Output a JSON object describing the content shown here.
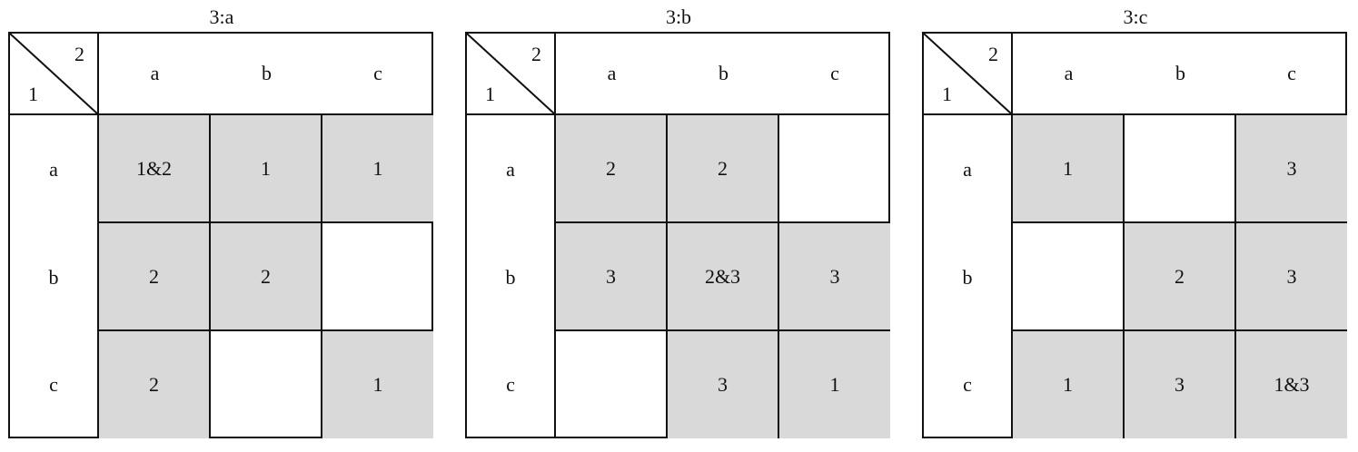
{
  "tables": [
    {
      "title": "3:a",
      "corner": {
        "top_right": "2",
        "bottom_left": "1"
      },
      "col_headers": [
        "a",
        "b",
        "c"
      ],
      "row_headers": [
        "a",
        "b",
        "c"
      ],
      "cells": [
        [
          "1&2",
          "1",
          "1"
        ],
        [
          "2",
          "2",
          ""
        ],
        [
          "2",
          "",
          "1"
        ]
      ],
      "shaded": [
        [
          true,
          true,
          true
        ],
        [
          true,
          true,
          false
        ],
        [
          true,
          false,
          true
        ]
      ]
    },
    {
      "title": "3:b",
      "corner": {
        "top_right": "2",
        "bottom_left": "1"
      },
      "col_headers": [
        "a",
        "b",
        "c"
      ],
      "row_headers": [
        "a",
        "b",
        "c"
      ],
      "cells": [
        [
          "2",
          "2",
          ""
        ],
        [
          "3",
          "2&3",
          "3"
        ],
        [
          "",
          "3",
          "1"
        ]
      ],
      "shaded": [
        [
          true,
          true,
          false
        ],
        [
          true,
          true,
          true
        ],
        [
          false,
          true,
          true
        ]
      ]
    },
    {
      "title": "3:c",
      "corner": {
        "top_right": "2",
        "bottom_left": "1"
      },
      "col_headers": [
        "a",
        "b",
        "c"
      ],
      "row_headers": [
        "a",
        "b",
        "c"
      ],
      "cells": [
        [
          "1",
          "",
          "3"
        ],
        [
          "",
          "2",
          "3"
        ],
        [
          "1",
          "3",
          "1&3"
        ]
      ],
      "shaded": [
        [
          true,
          false,
          true
        ],
        [
          false,
          true,
          true
        ],
        [
          true,
          true,
          true
        ]
      ]
    }
  ],
  "colors": {
    "shade": "#d9d9d9",
    "line": "#111111"
  }
}
